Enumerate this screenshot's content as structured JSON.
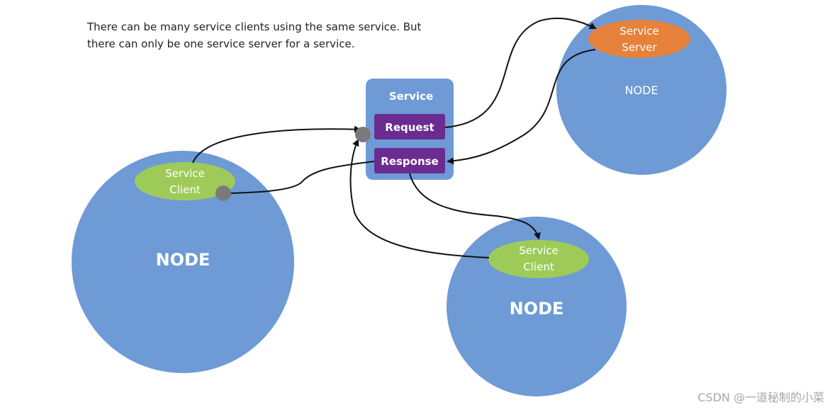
{
  "caption": {
    "line1": "There can be many service clients using the same service. But",
    "line2": "there can only be one service server for a service."
  },
  "service": {
    "title": "Service",
    "request_label": "Request",
    "response_label": "Response"
  },
  "nodes": {
    "left": {
      "label": "NODE",
      "client_line1": "Service",
      "client_line2": "Client"
    },
    "top_right": {
      "label": "NODE",
      "server_line1": "Service",
      "server_line2": "Server"
    },
    "bottom_right": {
      "label": "NODE",
      "client_line1": "Service",
      "client_line2": "Client"
    }
  },
  "colors": {
    "node": "#6e9ad6",
    "client": "#9ecb58",
    "server": "#e6823b",
    "service_box": "#6e9ad6",
    "slot": "#6b2c91",
    "connector": "#7a7a7a",
    "arrow": "#111111"
  },
  "watermark": "CSDN @一道秘制的小菜"
}
